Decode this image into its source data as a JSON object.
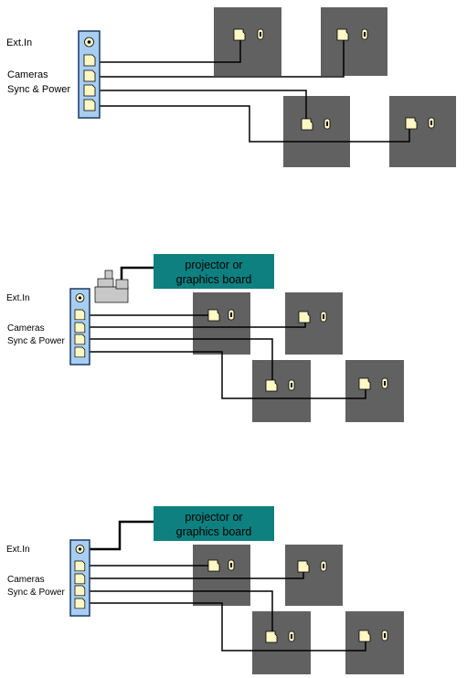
{
  "labels": {
    "ext_in": "Ext.In",
    "cameras": "Cameras",
    "sync_power": "Sync & Power",
    "projector_line1": "projector or",
    "projector_line2": "graphics board"
  },
  "colors": {
    "hub_fill": "#a8cdf0",
    "hub_stroke": "#1a3a66",
    "camera_panel": "#616161",
    "connector_fill": "#fff8c4",
    "projector_fill": "#0e8080",
    "adapter_fill": "#c8c8c8",
    "cable": "#000000"
  },
  "diagrams": [
    {
      "id": "standalone",
      "cameras": 4,
      "has_projector": false
    },
    {
      "id": "projector-with-adapter",
      "cameras": 4,
      "has_projector": true,
      "adapter": true
    },
    {
      "id": "projector-direct",
      "cameras": 4,
      "has_projector": true,
      "adapter": false
    }
  ]
}
